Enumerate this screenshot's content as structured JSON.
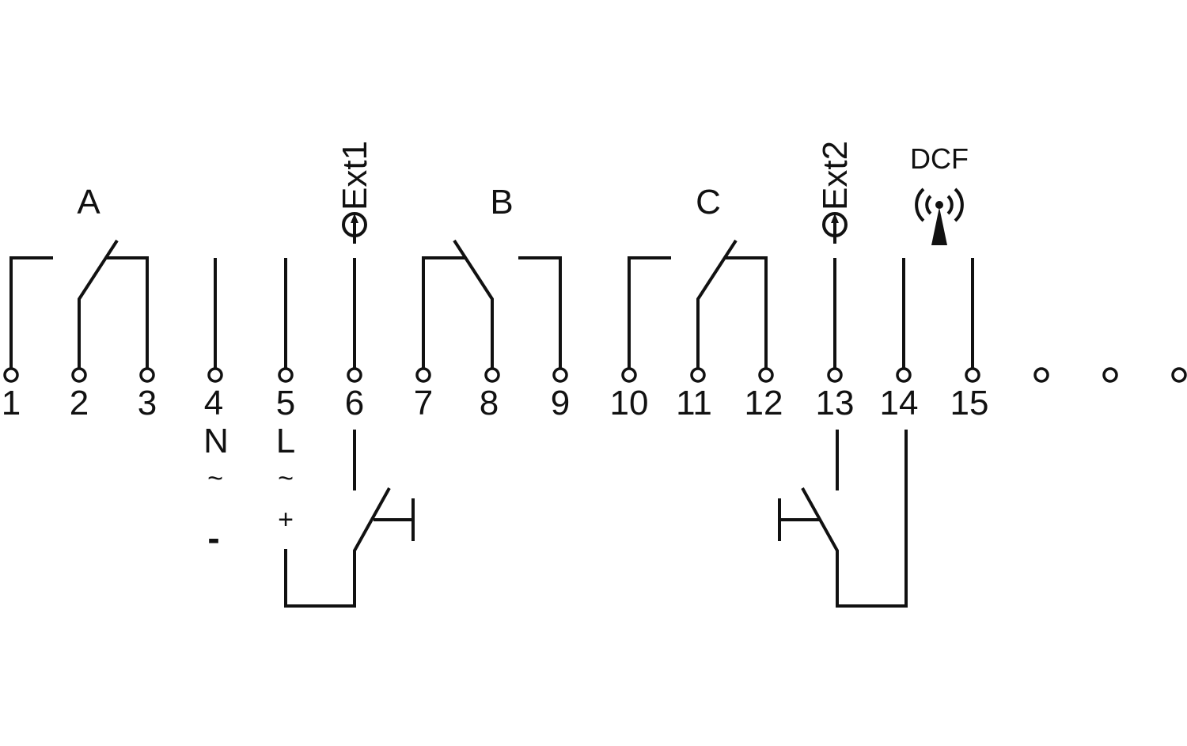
{
  "terminals": [
    "1",
    "2",
    "3",
    "4",
    "5",
    "6",
    "7",
    "8",
    "9",
    "10",
    "11",
    "12",
    "13",
    "14",
    "15"
  ],
  "channels": {
    "a": "A",
    "b": "B",
    "c": "C"
  },
  "inputs": {
    "ext1": "Ext1",
    "ext2": "Ext2"
  },
  "antenna": {
    "label": "DCF",
    "icon": "radio-antenna-icon"
  },
  "supply": {
    "n": "N",
    "l": "L",
    "n_ac": "~",
    "l_ac": "~",
    "dc_plus": "+",
    "dc_minus": "-"
  },
  "colors": {
    "line": "#111111",
    "background": "#ffffff"
  }
}
